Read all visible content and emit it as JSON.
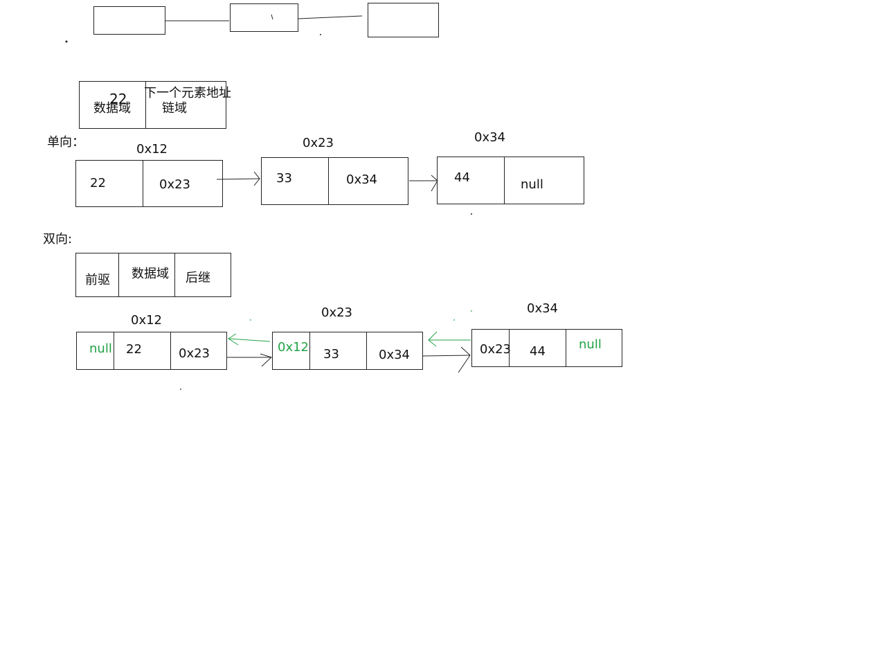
{
  "node_structure": {
    "example_value": "22",
    "data_field": "数据域",
    "next_address": "下一个元素地址",
    "link_field": "链域"
  },
  "singly": {
    "heading": "单向：",
    "nodes": [
      {
        "address": "0x12",
        "data": "22",
        "next": "0x23"
      },
      {
        "address": "0x23",
        "data": "33",
        "next": "0x34"
      },
      {
        "address": "0x34",
        "data": "44",
        "next": "null"
      }
    ]
  },
  "doubly": {
    "heading": "双向:",
    "structure": {
      "prev": "前驱",
      "data": "数据域",
      "next": "后继"
    },
    "nodes": [
      {
        "address": "0x12",
        "prev": "null",
        "data": "22",
        "next": "0x23"
      },
      {
        "address": "0x23",
        "prev": "0x12",
        "data": "33",
        "next": "0x34"
      },
      {
        "address": "0x34",
        "prev": "0x23",
        "data": "44",
        "next": "null"
      }
    ]
  },
  "colors": {
    "ink": "#222222",
    "highlight": "#22a246",
    "background": "#ffffff"
  }
}
